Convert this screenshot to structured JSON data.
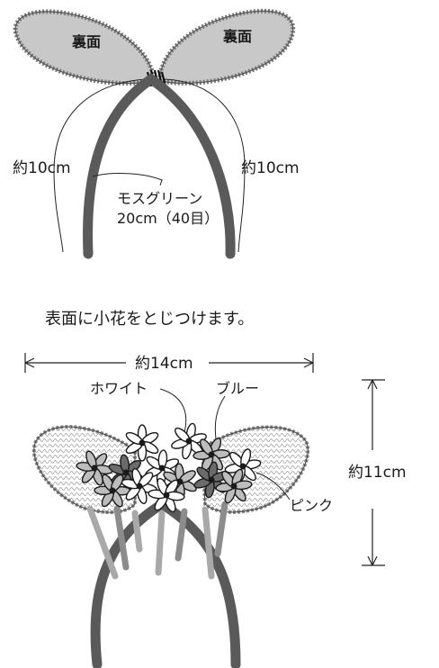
{
  "top": {
    "back_label_left": "裏面",
    "back_label_right": "裏面",
    "length_left": "約10cm",
    "length_right": "約10cm",
    "stem_label_line1": "モスグリーン",
    "stem_label_line2": "20cm（40目）"
  },
  "instruction": "表面に小花をとじつけます。",
  "bottom": {
    "width_label": "約14cm",
    "height_label": "約11cm",
    "color_white": "ホワイト",
    "color_blue": "ブルー",
    "color_pink": "ピンク"
  },
  "colors": {
    "ear_fill": "#c8c8c8",
    "stem": "#5a5a5a",
    "stem_light": "#a9a9a9",
    "flower_white": "#ffffff",
    "flower_gray": "#bdbdbd",
    "flower_dark": "#6b6b6b"
  }
}
